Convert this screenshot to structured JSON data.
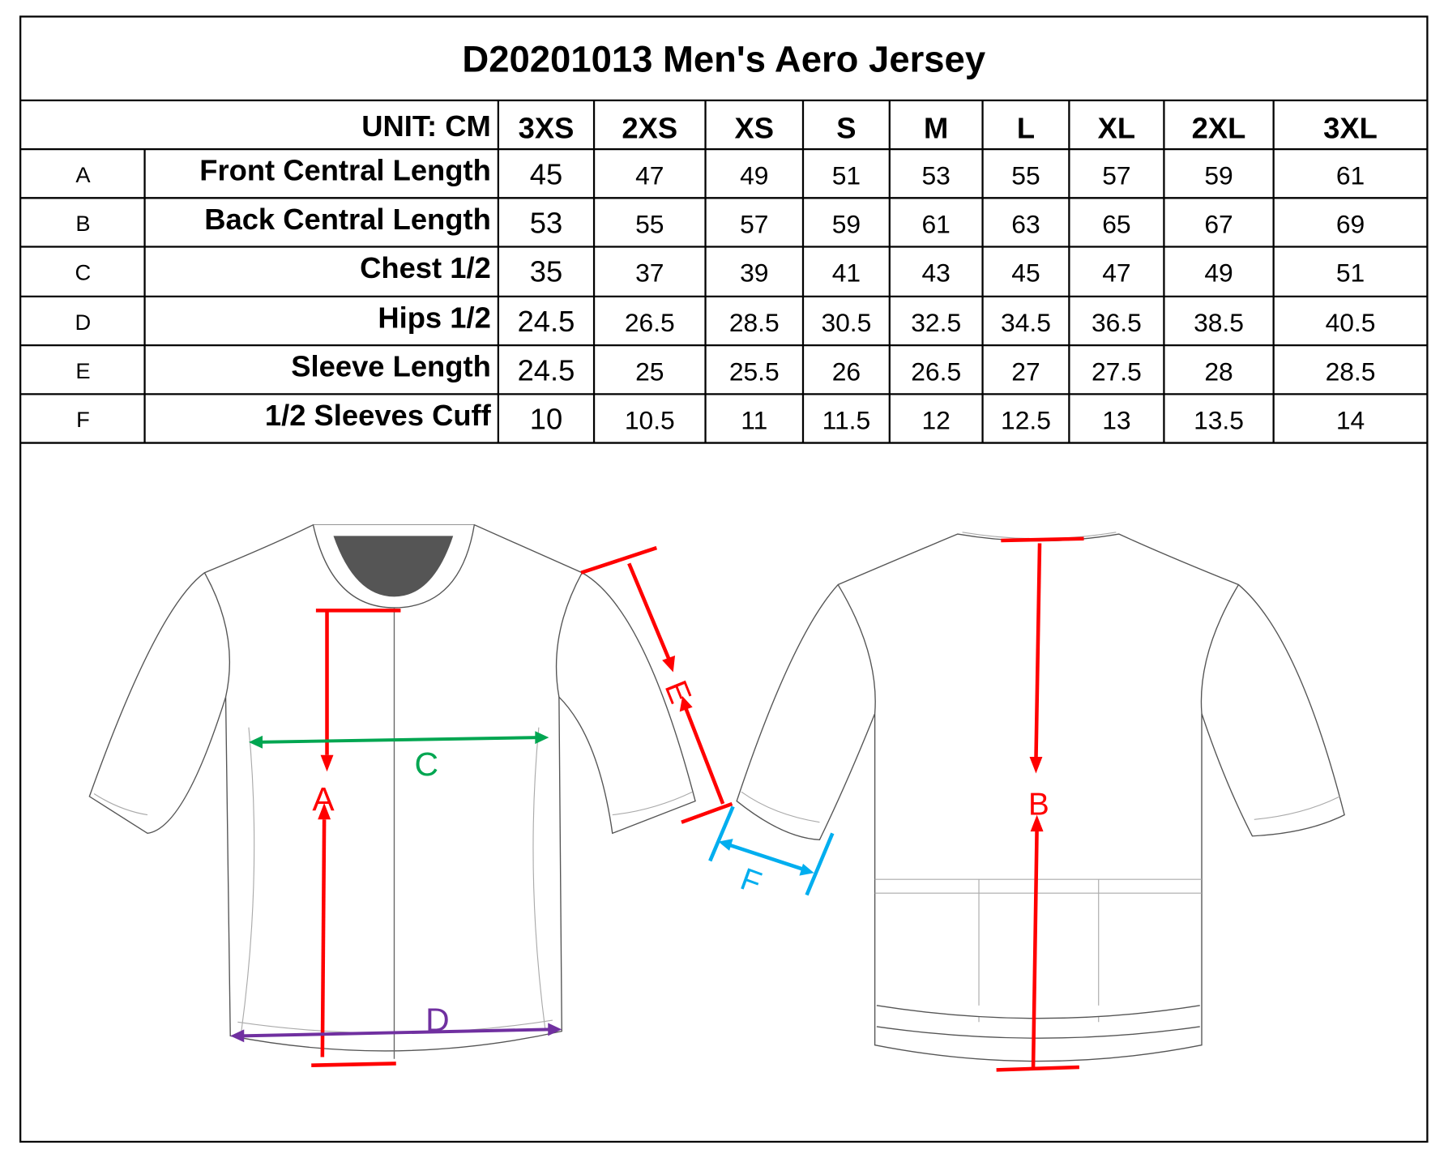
{
  "title": "D20201013 Men's Aero Jersey",
  "unit_label": "UNIT: CM",
  "sizes": [
    "3XS",
    "2XS",
    "XS",
    "S",
    "M",
    "L",
    "XL",
    "2XL",
    "3XL"
  ],
  "rows": [
    {
      "code": "A",
      "name": "Front Central Length",
      "values": [
        "45",
        "47",
        "49",
        "51",
        "53",
        "55",
        "57",
        "59",
        "61"
      ]
    },
    {
      "code": "B",
      "name": "Back Central Length",
      "values": [
        "53",
        "55",
        "57",
        "59",
        "61",
        "63",
        "65",
        "67",
        "69"
      ]
    },
    {
      "code": "C",
      "name": "Chest 1/2",
      "values": [
        "35",
        "37",
        "39",
        "41",
        "43",
        "45",
        "47",
        "49",
        "51"
      ]
    },
    {
      "code": "D",
      "name": "Hips 1/2",
      "values": [
        "24.5",
        "26.5",
        "28.5",
        "30.5",
        "32.5",
        "34.5",
        "36.5",
        "38.5",
        "40.5"
      ]
    },
    {
      "code": "E",
      "name": "Sleeve Length",
      "values": [
        "24.5",
        "25",
        "25.5",
        "26",
        "26.5",
        "27",
        "27.5",
        "28",
        "28.5"
      ]
    },
    {
      "code": "F",
      "name": "1/2 Sleeves Cuff",
      "values": [
        "10",
        "10.5",
        "11",
        "11.5",
        "12",
        "12.5",
        "13",
        "13.5",
        "14"
      ]
    }
  ],
  "diagram": {
    "labels": {
      "A": "A",
      "B": "B",
      "C": "C",
      "D": "D",
      "E": "E",
      "F": "F"
    },
    "colors": {
      "A": "#ff0000",
      "B": "#ff0000",
      "C": "#00a651",
      "D": "#7030a0",
      "E": "#ff0000",
      "F": "#00aeef"
    }
  }
}
